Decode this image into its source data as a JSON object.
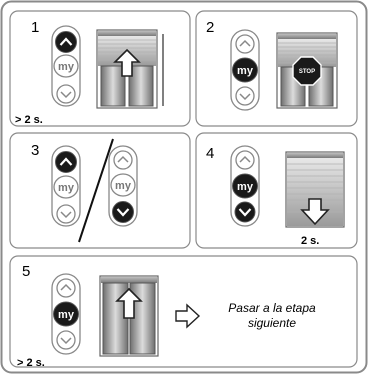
{
  "steps": [
    {
      "number": "1",
      "duration": "> 2 s.",
      "remote": {
        "up": "pressed",
        "my": "idle",
        "down": "idle",
        "my_label": "my"
      }
    },
    {
      "number": "2",
      "remote": {
        "up": "idle",
        "my": "pressed",
        "down": "idle",
        "my_label": "my"
      },
      "sign": "STOP"
    },
    {
      "number": "3",
      "remote_a": {
        "up": "pressed",
        "my": "idle",
        "down": "idle",
        "my_label": "my"
      },
      "remote_b": {
        "up": "idle",
        "my": "idle",
        "down": "pressed",
        "my_label": "my"
      }
    },
    {
      "number": "4",
      "duration": "2 s.",
      "remote": {
        "up": "idle",
        "my": "pressed",
        "down": "pressed",
        "my_label": "my"
      }
    },
    {
      "number": "5",
      "duration": "> 2 s.",
      "remote": {
        "up": "idle",
        "my": "pressed",
        "down": "idle",
        "my_label": "my"
      },
      "next_line1": "Pasar a la etapa",
      "next_line2": "siguiente"
    }
  ],
  "colors": {
    "frame": "#8a8a8a",
    "pressed": "#1a1a1a",
    "idle": "#ffffff",
    "arrow": "#ffffff"
  }
}
